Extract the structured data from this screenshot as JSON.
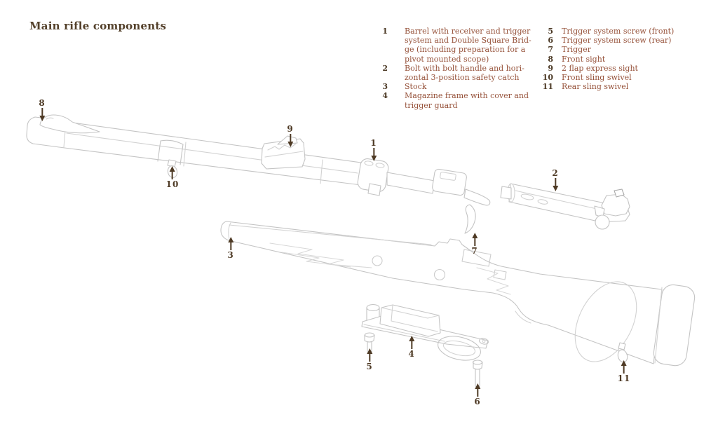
{
  "title": "Main rifle components",
  "colors": {
    "title_text": "#53402a",
    "legend_number": "#4c3a26",
    "legend_text": "#96523a",
    "callout": "#4e3a25",
    "line_art": "#c4c4c4",
    "background": "#ffffff"
  },
  "legend": {
    "column1": [
      {
        "num": "1",
        "label": "Barrel with receiver and trigger\nsystem and Double Square Brid-\nge (including preparation for a\npivot mounted scope)"
      },
      {
        "num": "2",
        "label": "Bolt with bolt handle and hori-\nzontal 3-position safety catch"
      },
      {
        "num": "3",
        "label": "Stock"
      },
      {
        "num": "4",
        "label": "Magazine frame with cover and\ntrigger guard"
      }
    ],
    "column2": [
      {
        "num": "5",
        "label": "Trigger system screw (front)"
      },
      {
        "num": "6",
        "label": "Trigger system screw (rear)"
      },
      {
        "num": "7",
        "label": "Trigger"
      },
      {
        "num": "8",
        "label": "Front sight"
      },
      {
        "num": "9",
        "label": "2 flap express sight"
      },
      {
        "num": "10",
        "label": "Front sling swivel"
      },
      {
        "num": "11",
        "label": "Rear sling swivel"
      }
    ]
  },
  "diagram": {
    "callouts": [
      {
        "num": "1"
      },
      {
        "num": "2"
      },
      {
        "num": "3"
      },
      {
        "num": "4"
      },
      {
        "num": "5"
      },
      {
        "num": "6"
      },
      {
        "num": "7"
      },
      {
        "num": "8"
      },
      {
        "num": "9"
      },
      {
        "num": "10"
      },
      {
        "num": "11"
      }
    ]
  }
}
